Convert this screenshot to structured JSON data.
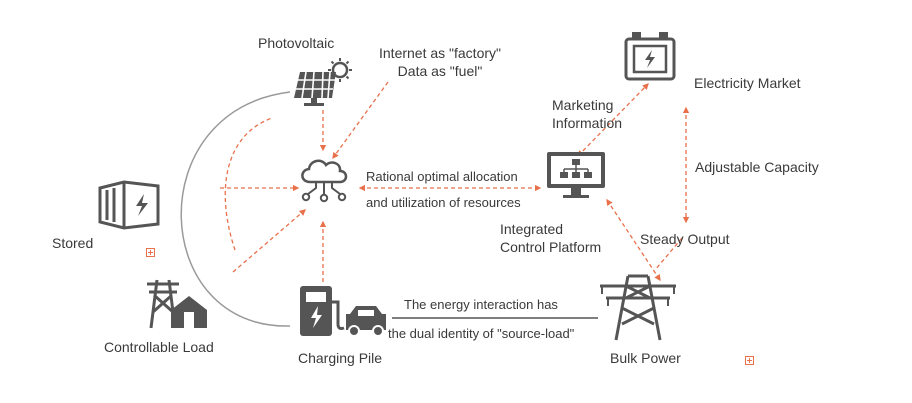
{
  "nodes": {
    "photovoltaic": "Photovoltaic",
    "internet_line1": "Internet as \"factory\"",
    "internet_line2": "Data as \"fuel\"",
    "electricity_market": "Electricity Market",
    "marketing_line1": "Marketing",
    "marketing_line2": "Information",
    "rational_line1": "Rational optimal allocation",
    "rational_line2": "and utilization of resources",
    "adjustable_capacity": "Adjustable Capacity",
    "stored": "Stored",
    "integrated_line1": "Integrated",
    "integrated_line2": "Control Platform",
    "steady_output": "Steady Output",
    "energy_line1": "The energy interaction has",
    "energy_line2": "the dual identity of \"source-load\"",
    "controllable_load": "Controllable Load",
    "charging_pile": "Charging Pile",
    "bulk_power": "Bulk Power"
  },
  "colors": {
    "accent": "#e8704a",
    "icon": "#555555",
    "arc": "#9a9a9a",
    "text": "#3a3a3a"
  },
  "icons": {
    "photovoltaic": "solar-panel-icon",
    "cloud": "cloud-network-icon",
    "market": "electricity-market-icon",
    "platform": "control-platform-monitor-icon",
    "stored": "battery-storage-icon",
    "load": "controllable-load-icon",
    "pile": "charging-pile-icon",
    "bulk": "transmission-tower-icon"
  }
}
